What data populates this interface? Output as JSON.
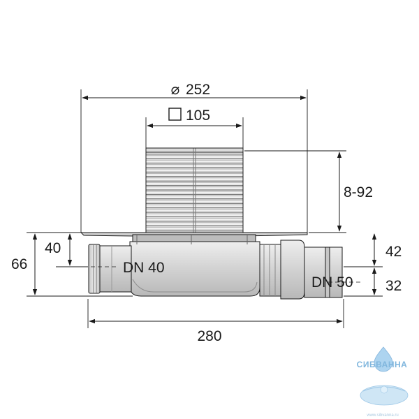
{
  "dimensions": {
    "diameter_symbol": "⌀",
    "diameter_value": "252",
    "square_value": "105",
    "height_adjust": "8-92",
    "total_height": "66",
    "inlet_height": "40",
    "outlet_top": "42",
    "outlet_bottom": "32",
    "total_length": "280"
  },
  "labels": {
    "inlet": "DN 40",
    "outlet": "DN 50"
  },
  "watermark": {
    "brand": "СИБВАННА",
    "url": "www.sibvanna.ru"
  },
  "colors": {
    "line": "#1a1a1a",
    "body_fill": "#d6d6d6",
    "body_dark": "#a8a8a8",
    "logo_blue": "#7ab6de"
  }
}
